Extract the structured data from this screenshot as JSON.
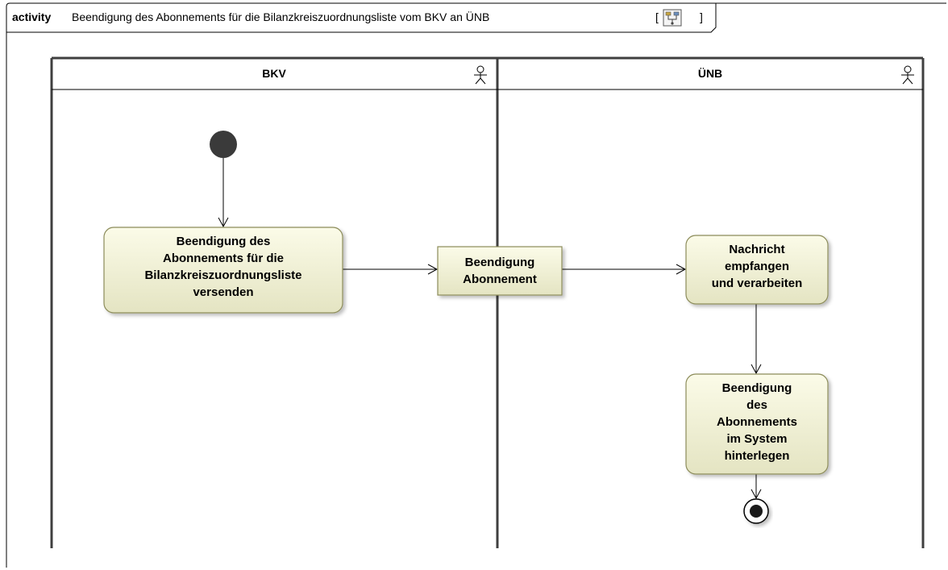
{
  "frame": {
    "keyword": "activity",
    "name": "Beendigung des Abonnements für die Bilanzkreiszuordnungsliste vom BKV an ÜNB",
    "bracket_open": "[",
    "bracket_close": "]",
    "diagram_icon": "activity-diagram-icon"
  },
  "lanes": [
    {
      "id": "bkv",
      "title": "BKV",
      "icon": "actor-icon"
    },
    {
      "id": "unb",
      "title": "ÜNB",
      "icon": "actor-icon"
    }
  ],
  "nodes": {
    "action_send": {
      "lines": [
        "Beendigung des",
        "Abonnements für die",
        "Bilanzkreiszuordnungsliste",
        "versenden"
      ]
    },
    "object_message": {
      "lines": [
        "Beendigung",
        "Abonnement"
      ]
    },
    "action_receive": {
      "lines": [
        "Nachricht",
        "empfangen",
        "und verarbeiten"
      ]
    },
    "action_store": {
      "lines": [
        "Beendigung",
        "des",
        "Abonnements",
        "im System",
        "hinterlegen"
      ]
    }
  },
  "colors": {
    "action_fill_top": "#fbfbe8",
    "action_fill_bottom": "#e4e4c2",
    "action_stroke": "#8c8c5a",
    "initial_node": "#3a3a3a",
    "lane_border": "#3f3f3f"
  }
}
